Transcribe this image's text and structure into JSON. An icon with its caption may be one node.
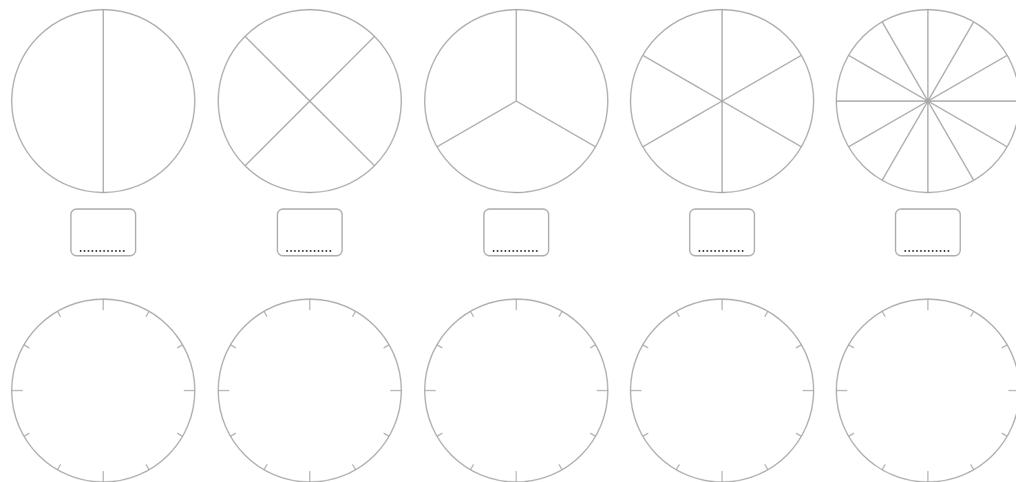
{
  "diagram": {
    "nodes": [
      {
        "text": [],
        "shape": "circle"
      },
      {
        "text": [],
        "shape": "circle"
      },
      {
        "text": [],
        "shape": "circle"
      },
      {
        "text": [],
        "shape": "circle"
      },
      {
        "text": [],
        "shape": "circle"
      },
      {
        "text": [],
        "shape": "box"
      },
      {
        "text": [],
        "shape": "box"
      },
      {
        "text": [],
        "shape": "box"
      },
      {
        "text": [],
        "shape": "box"
      },
      {
        "text": [],
        "shape": "box"
      },
      {
        "text": [],
        "shape": "circle"
      },
      {
        "text": [],
        "shape": "circle"
      },
      {
        "text": [],
        "shape": "circle"
      },
      {
        "text": [],
        "shape": "circle"
      },
      {
        "text": [],
        "shape": "circle"
      }
    ]
  }
}
